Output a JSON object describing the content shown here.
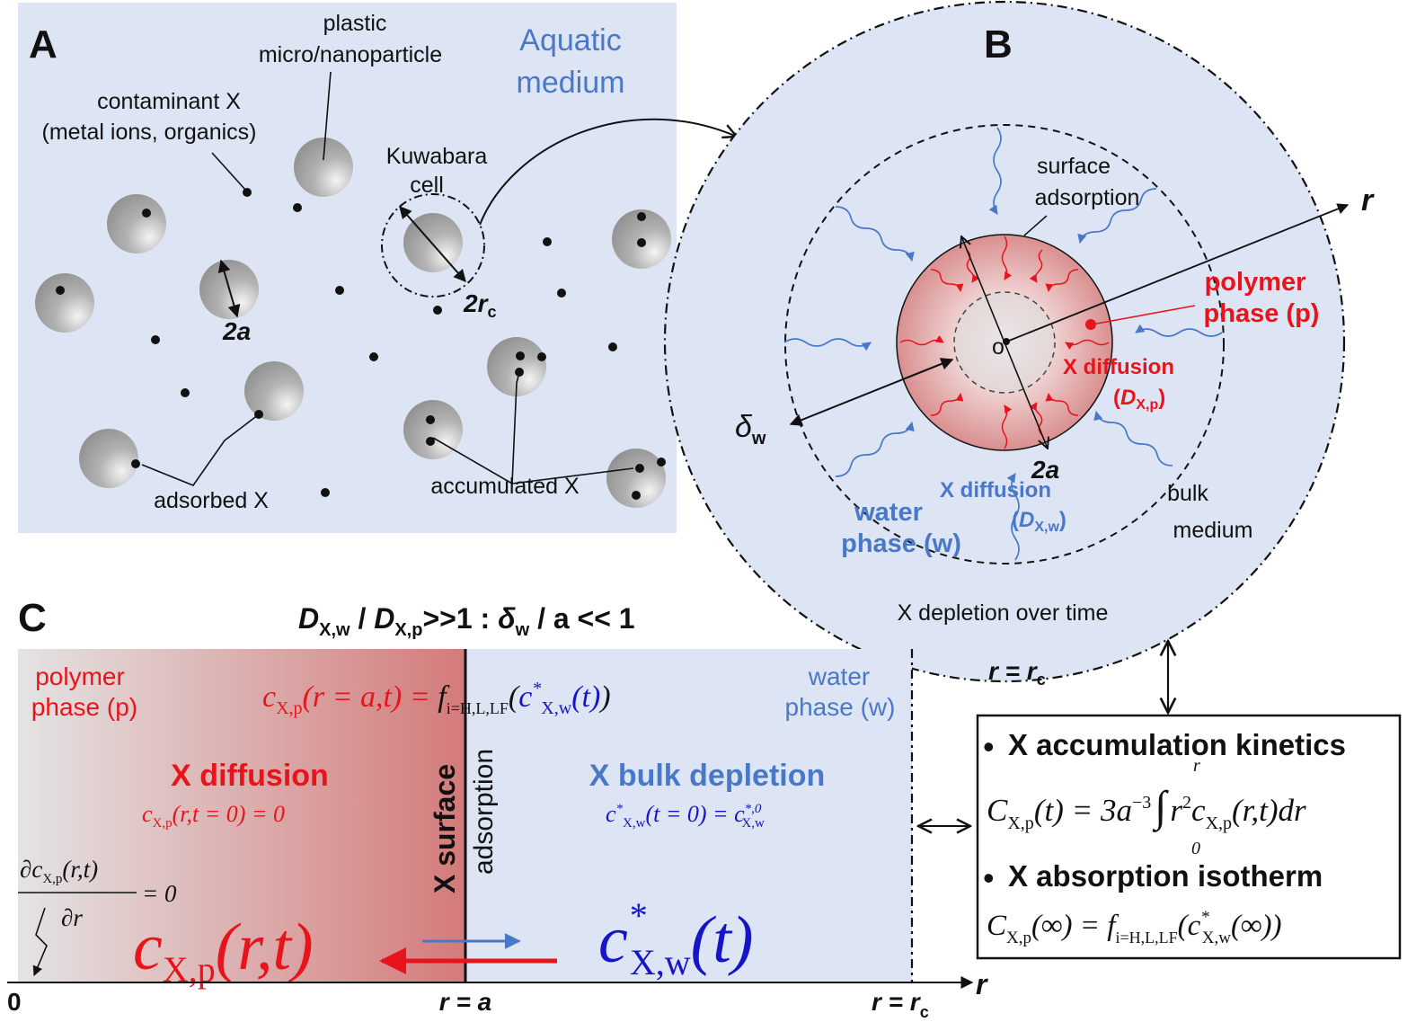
{
  "colors": {
    "medium_bg": "#dde5f4",
    "particle": "#9a9a9a",
    "polymer_red": "#e8141c",
    "water_blue": "#4a78c8",
    "dark_blue": "#1515c8",
    "black": "#111111"
  },
  "panel_a": {
    "letter": "A",
    "aquatic_medium_1": "Aquatic",
    "aquatic_medium_2": "medium",
    "plastic_1": "plastic",
    "plastic_2": "micro/nanoparticle",
    "contaminant_1": "contaminant X",
    "contaminant_2": "(metal ions, organics)",
    "kuwabara_1": "Kuwabara",
    "kuwabara_2": "cell",
    "two_a": "2a",
    "two_rc_main": "2r",
    "two_rc_sub": "c",
    "adsorbed": "adsorbed X",
    "accumulated": "accumulated X"
  },
  "panel_b": {
    "letter": "B",
    "surface_1": "surface",
    "surface_2": "adsorption",
    "r_axis": "r",
    "polymer_1": "polymer",
    "polymer_2": "phase (p)",
    "origin": "o",
    "x_diffusion_p": "X diffusion",
    "d_xp_main": "D",
    "d_xp_sub": "X,p",
    "delta_main": "δ",
    "delta_sub": "w",
    "two_a": "2a",
    "x_diffusion_w": "X diffusion",
    "d_xw_main": "D",
    "d_xw_sub": "X,w",
    "water_1": "water",
    "water_2": "phase (w)",
    "bulk_1": "bulk",
    "bulk_2": "medium",
    "depletion": "X depletion over time",
    "r_eq_rc_main": "r = r",
    "r_eq_rc_sub": "c"
  },
  "panel_c": {
    "letter": "C",
    "ratio_d1": "D",
    "ratio_d1_sub": "X,w",
    "ratio_slash1": " / ",
    "ratio_d2": "D",
    "ratio_d2_sub": "X,p",
    "ratio_mid": ">>1 : ",
    "ratio_delta": "δ",
    "ratio_delta_sub": "w",
    "ratio_end": " / a << 1",
    "polymer_1": "polymer",
    "polymer_2": "phase (p)",
    "water_1": "water",
    "water_2": "phase (w)",
    "bc_lhs": "c",
    "bc_lhs_sub": "X,p",
    "bc_args": "(r = a,t) = ",
    "bc_f": "f",
    "bc_f_sub": "i=H,L,LF",
    "bc_c": "c",
    "bc_c_sup": "*",
    "bc_c_sub": "X,w",
    "bc_c_args": "(t)",
    "x_diffusion": "X diffusion",
    "ic_p": "c",
    "ic_p_sub": "X,p",
    "ic_p_rest": "(r,t = 0) = 0",
    "x_surface": "X surface",
    "adsorption": "adsorption",
    "x_bulk": "X bulk depletion",
    "ic_w": "c",
    "ic_w_sup": "*",
    "ic_w_sub": "X,w",
    "ic_w_rest": "(t = 0) = c",
    "ic_w_rest_sup": "*,0",
    "ic_w_rest_sub": "X,w",
    "neumann_num": "∂c",
    "neumann_num_sub": "X,p",
    "neumann_num_args": "(r,t)",
    "neumann_den": "∂r",
    "neumann_eq": "= 0",
    "big_cp": "c",
    "big_cp_sub": "X,p",
    "big_cp_args": "(r,t)",
    "big_cw": "c",
    "big_cw_sup": "*",
    "big_cw_sub": "X,w",
    "big_cw_args": "(t)",
    "axis_0": "0",
    "axis_r_eq_a": "r = a",
    "axis_r_eq_rc": "r = r",
    "axis_r_eq_rc_sub": "c",
    "axis_r": "r"
  },
  "box": {
    "bullet": "•",
    "kinetics_title": "X accumulation kinetics",
    "kin_lhs": "C",
    "kin_lhs_sub": "X,p",
    "kin_lhs_args": "(t) = 3a",
    "kin_exp": "−3",
    "kin_int_top": "r",
    "kin_int_bottom": "0",
    "kin_integrand": "r",
    "kin_integrand_exp": "2",
    "kin_c": "c",
    "kin_c_sub": "X,p",
    "kin_c_args": "(r,t)dr",
    "isotherm_title": "X absorption isotherm",
    "iso_lhs": "C",
    "iso_lhs_sub": "X,p",
    "iso_lhs_args": "(∞) = ",
    "iso_f": "f",
    "iso_f_sub": "i=H,L,LF",
    "iso_c": "c",
    "iso_c_sup": "*",
    "iso_c_sub": "X,w",
    "iso_c_args": "(∞))"
  }
}
